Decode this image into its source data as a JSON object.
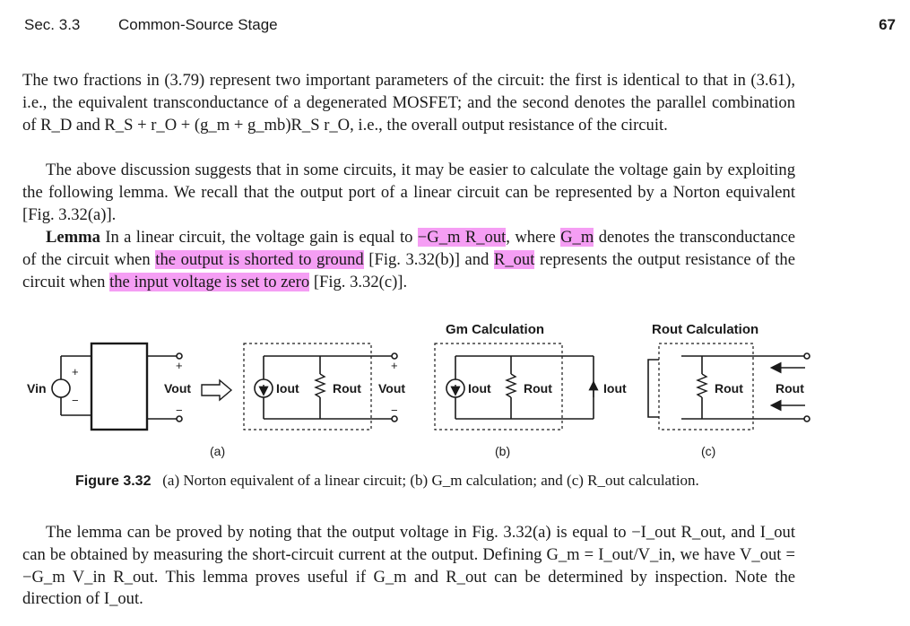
{
  "header": {
    "section": "Sec. 3.3",
    "title": "Common-Source Stage",
    "page_number": "67"
  },
  "para1": {
    "text": "The two fractions in (3.79) represent two important parameters of the circuit: the first is identical to that in (3.61), i.e., the equivalent transconductance of a degenerated MOSFET; and the second denotes the parallel combination of R_D and R_S + r_O + (g_m + g_mb)R_S r_O, i.e., the overall output resistance of the circuit."
  },
  "para2": {
    "text": "The above discussion suggests that in some circuits, it may be easier to calculate the voltage gain by exploiting the following lemma. We recall that the output port of a linear circuit can be represented by a Norton equivalent [Fig. 3.32(a)]."
  },
  "lemma": {
    "label": "Lemma",
    "text_a": "In a linear circuit, the voltage gain is equal to",
    "gain_expr": "−G_m R_out",
    "text_b": ", where",
    "gm_symbol": "G_m",
    "text_c": "denotes the transconductance of the circuit when",
    "highlight_1": "the output is shorted to ground",
    "text_d": "[Fig. 3.32(b)] and",
    "rout_symbol": "R_out",
    "text_e": "represents the output resistance of the circuit when",
    "highlight_2": "the input voltage is set to zero",
    "text_f": "[Fig. 3.32(c)]."
  },
  "figure": {
    "labels": {
      "vin": "Vin",
      "vout": "Vout",
      "iout": "Iout",
      "rout": "Rout",
      "plus": "+",
      "minus": "−",
      "gm_calc_title": "Gm Calculation",
      "rout_calc_title": "Rout Calculation",
      "sub_a": "(a)",
      "sub_b": "(b)",
      "sub_c": "(c)"
    },
    "caption": {
      "label": "Figure 3.32",
      "text": "(a) Norton equivalent of a linear circuit; (b) G_m calculation; and (c) R_out calculation."
    }
  },
  "para3": {
    "text": "The lemma can be proved by noting that the output voltage in Fig. 3.32(a) is equal to −I_out R_out, and I_out can be obtained by measuring the short-circuit current at the output. Defining G_m = I_out/V_in, we have V_out = −G_m V_in R_out. This lemma proves useful if G_m and R_out can be determined by inspection. Note the direction of I_out."
  },
  "colors": {
    "highlight": "#f59ef4",
    "text": "#1a1a1a"
  }
}
